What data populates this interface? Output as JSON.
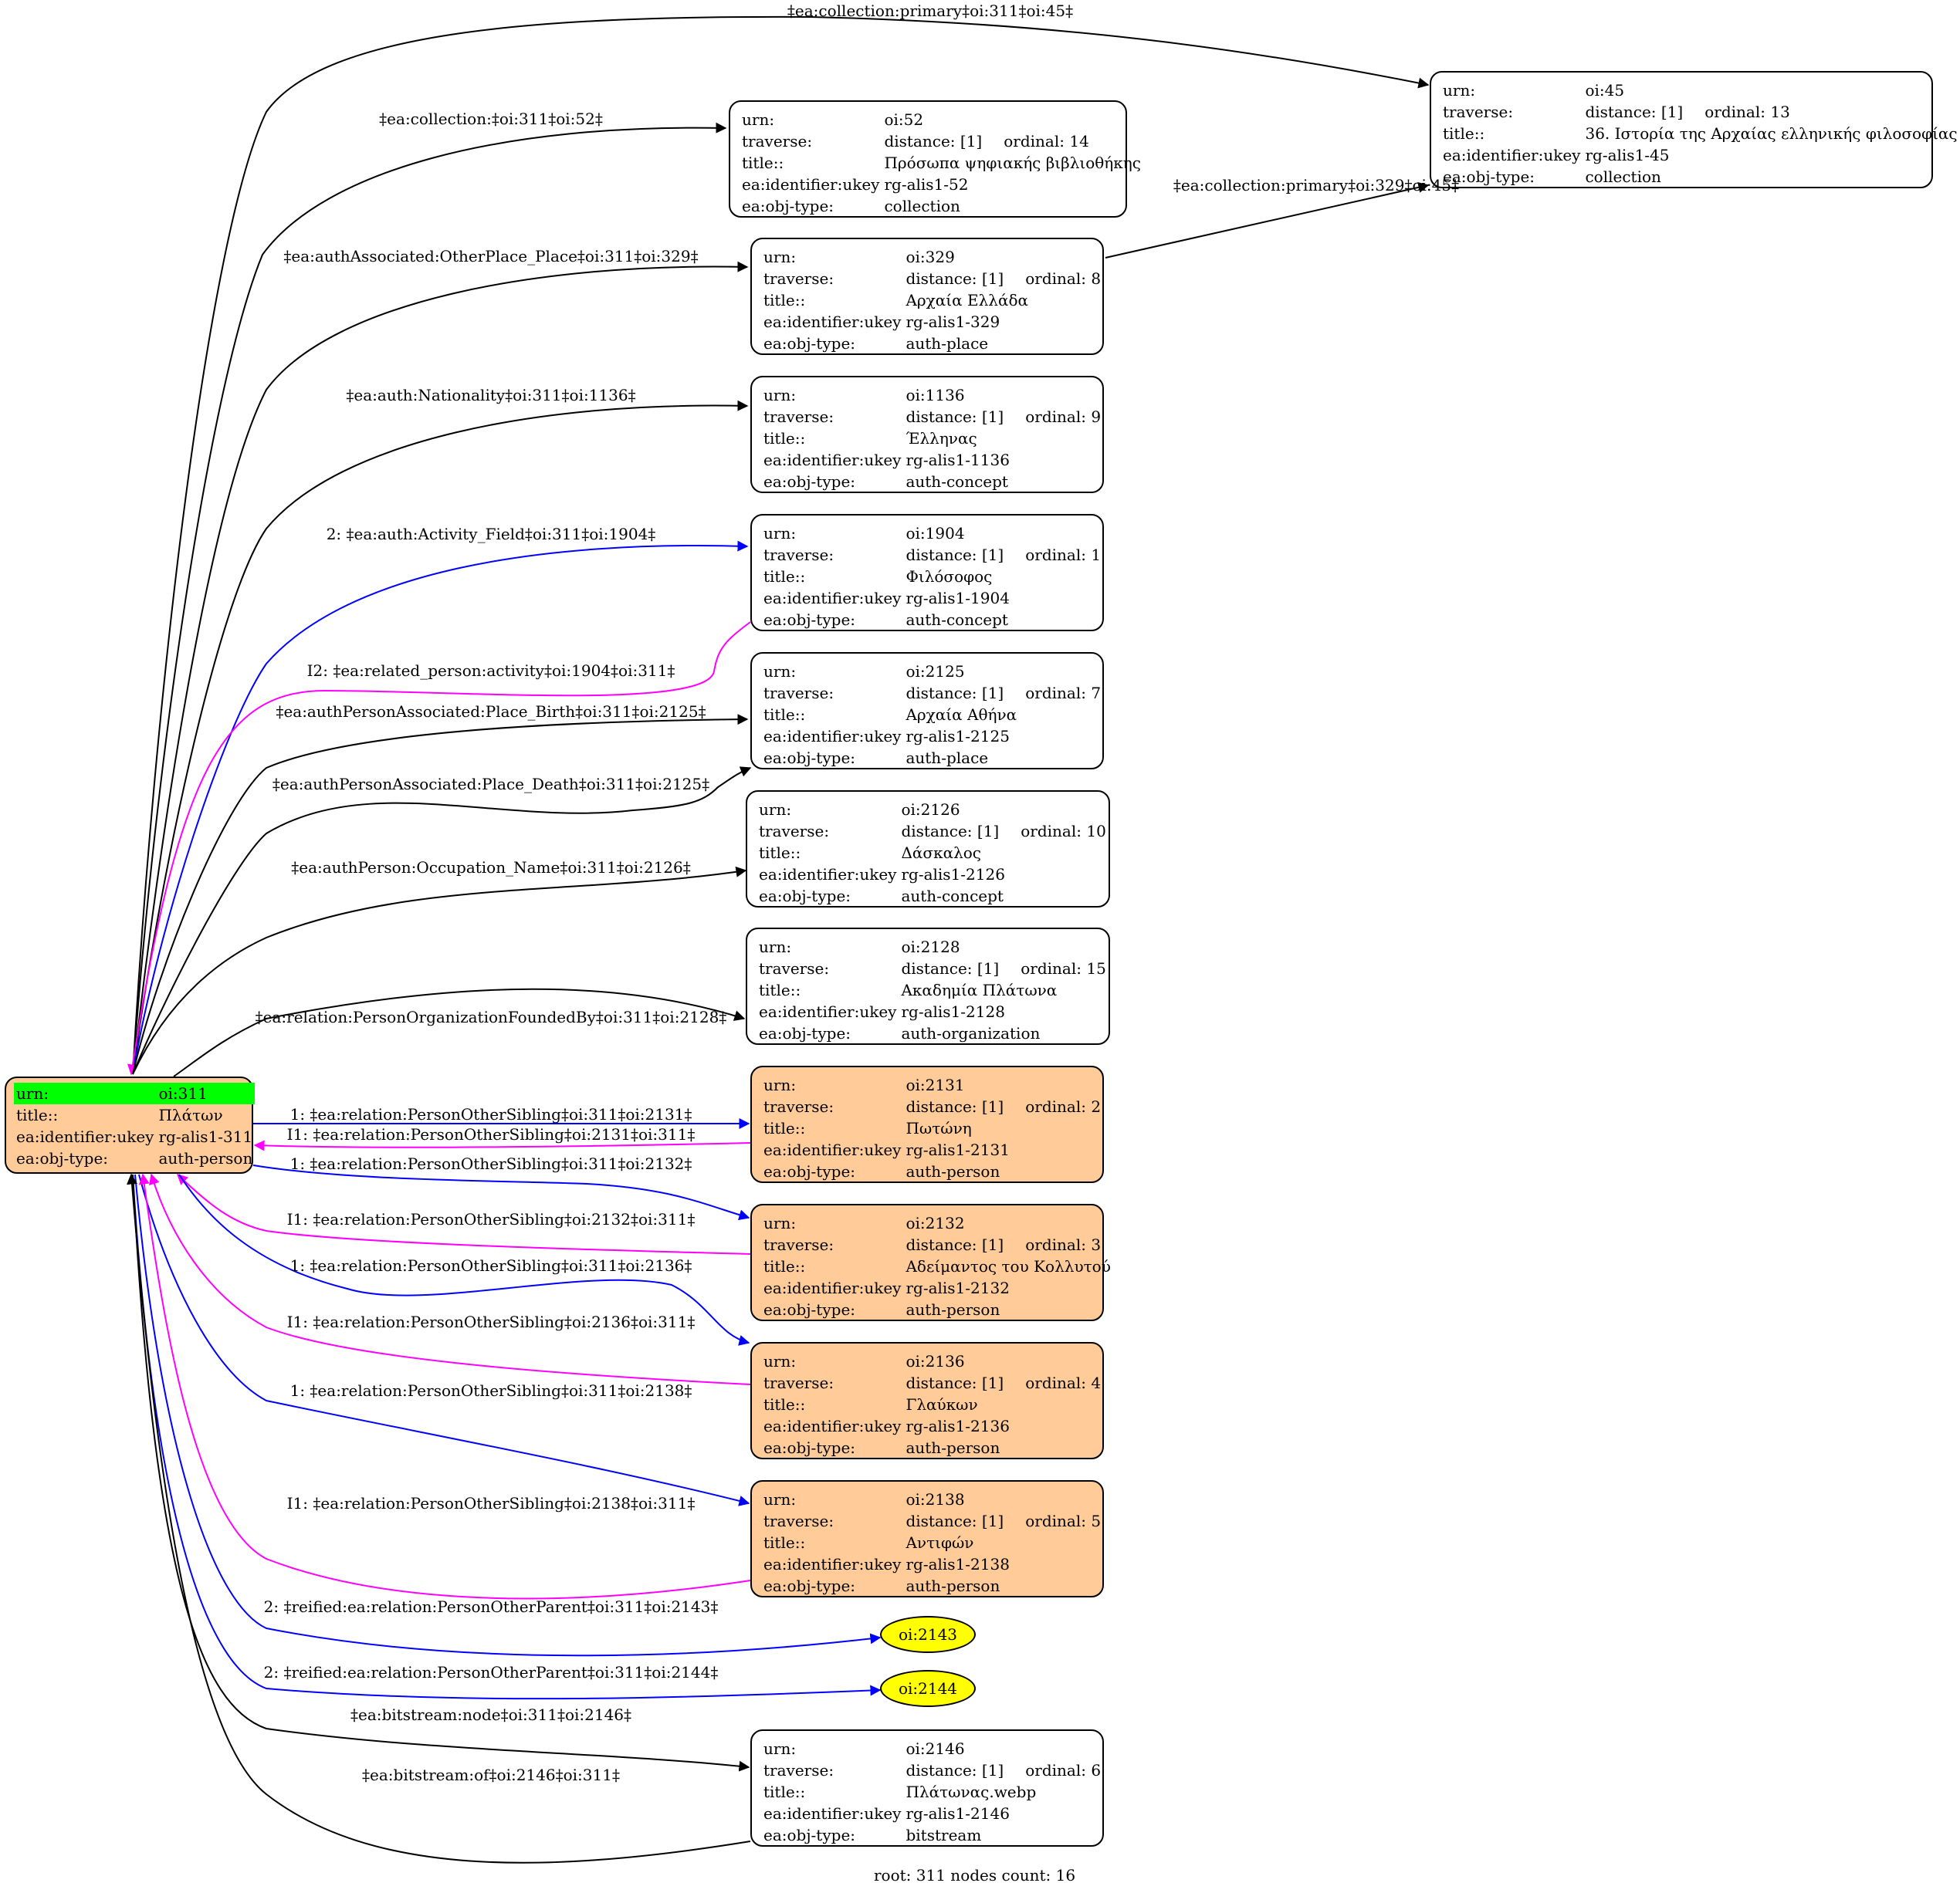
{
  "colors": {
    "black": "#000000",
    "blue": "#0000ff",
    "magenta": "#ff00ff",
    "person_fill": "#ffcc99",
    "root_highlight": "#00ff00",
    "ellipse_fill": "#ffff00"
  },
  "root": {
    "urn_key": "urn:",
    "urn": "oi:311",
    "title_key": "title::",
    "title": "Πλάτων",
    "ukey_key": "ea:identifier:ukey",
    "ukey": "rg-alis1-311",
    "type_key": "ea:obj-type:",
    "type": "auth-person"
  },
  "nodes": [
    {
      "id": "n45",
      "urn": "oi:45",
      "distance": "distance: [1]",
      "ordinal": "ordinal: 13",
      "title": "36. Ιστορία της Αρχαίας ελληνικής φιλοσοφίας",
      "ukey": "rg-alis1-45",
      "type": "collection"
    },
    {
      "id": "n52",
      "urn": "oi:52",
      "distance": "distance: [1]",
      "ordinal": "ordinal: 14",
      "title": "Πρόσωπα ψηφιακής βιβλιοθήκης",
      "ukey": "rg-alis1-52",
      "type": "collection"
    },
    {
      "id": "n329",
      "urn": "oi:329",
      "distance": "distance: [1]",
      "ordinal": "ordinal: 8",
      "title": "Αρχαία Ελλάδα",
      "ukey": "rg-alis1-329",
      "type": "auth-place"
    },
    {
      "id": "n1136",
      "urn": "oi:1136",
      "distance": "distance: [1]",
      "ordinal": "ordinal: 9",
      "title": "Έλληνας",
      "ukey": "rg-alis1-1136",
      "type": "auth-concept"
    },
    {
      "id": "n1904",
      "urn": "oi:1904",
      "distance": "distance: [1]",
      "ordinal": "ordinal: 1",
      "title": "Φιλόσοφος",
      "ukey": "rg-alis1-1904",
      "type": "auth-concept"
    },
    {
      "id": "n2125",
      "urn": "oi:2125",
      "distance": "distance: [1]",
      "ordinal": "ordinal: 7",
      "title": "Αρχαία Αθήνα",
      "ukey": "rg-alis1-2125",
      "type": "auth-place"
    },
    {
      "id": "n2126",
      "urn": "oi:2126",
      "distance": "distance: [1]",
      "ordinal": "ordinal: 10",
      "title": "Δάσκαλος",
      "ukey": "rg-alis1-2126",
      "type": "auth-concept"
    },
    {
      "id": "n2128",
      "urn": "oi:2128",
      "distance": "distance: [1]",
      "ordinal": "ordinal: 15",
      "title": "Ακαδημία Πλάτωνα",
      "ukey": "rg-alis1-2128",
      "type": "auth-organization"
    },
    {
      "id": "n2131",
      "urn": "oi:2131",
      "distance": "distance: [1]",
      "ordinal": "ordinal: 2",
      "title": "Πωτώνη",
      "ukey": "rg-alis1-2131",
      "type": "auth-person"
    },
    {
      "id": "n2132",
      "urn": "oi:2132",
      "distance": "distance: [1]",
      "ordinal": "ordinal: 3",
      "title": "Αδείμαντος του Κολλυτού",
      "ukey": "rg-alis1-2132",
      "type": "auth-person"
    },
    {
      "id": "n2136",
      "urn": "oi:2136",
      "distance": "distance: [1]",
      "ordinal": "ordinal: 4",
      "title": "Γλαύκων",
      "ukey": "rg-alis1-2136",
      "type": "auth-person"
    },
    {
      "id": "n2138",
      "urn": "oi:2138",
      "distance": "distance: [1]",
      "ordinal": "ordinal: 5",
      "title": "Αντιφών",
      "ukey": "rg-alis1-2138",
      "type": "auth-person"
    },
    {
      "id": "n2146",
      "urn": "oi:2146",
      "distance": "distance: [1]",
      "ordinal": "ordinal: 6",
      "title": "Πλάτωνας.webp",
      "ukey": "rg-alis1-2146",
      "type": "bitstream"
    }
  ],
  "field_keys": {
    "urn": "urn:",
    "traverse": "traverse:",
    "title": "title::",
    "ukey": "ea:identifier:ukey",
    "type": "ea:obj-type:"
  },
  "ellipses": [
    {
      "id": "e2143",
      "label": "oi:2143"
    },
    {
      "id": "e2144",
      "label": "oi:2144"
    }
  ],
  "edges": [
    {
      "label": "‡ea:collection:primary‡oi:311‡oi:45‡",
      "color": "black"
    },
    {
      "label": "‡ea:collection:‡oi:311‡oi:52‡",
      "color": "black"
    },
    {
      "label": "‡ea:authAssociated:OtherPlace_Place‡oi:311‡oi:329‡",
      "color": "black"
    },
    {
      "label": "‡ea:collection:primary‡oi:329‡oi:45‡",
      "color": "black"
    },
    {
      "label": "‡ea:auth:Nationality‡oi:311‡oi:1136‡",
      "color": "black"
    },
    {
      "label": "2: ‡ea:auth:Activity_Field‡oi:311‡oi:1904‡",
      "color": "blue"
    },
    {
      "label": "I2: ‡ea:related_person:activity‡oi:1904‡oi:311‡",
      "color": "magenta"
    },
    {
      "label": "‡ea:authPersonAssociated:Place_Birth‡oi:311‡oi:2125‡",
      "color": "black"
    },
    {
      "label": "‡ea:authPersonAssociated:Place_Death‡oi:311‡oi:2125‡",
      "color": "black"
    },
    {
      "label": "‡ea:authPerson:Occupation_Name‡oi:311‡oi:2126‡",
      "color": "black"
    },
    {
      "label": "‡ea:relation:PersonOrganizationFoundedBy‡oi:311‡oi:2128‡",
      "color": "black"
    },
    {
      "label": "1: ‡ea:relation:PersonOtherSibling‡oi:311‡oi:2131‡",
      "color": "blue"
    },
    {
      "label": "I1: ‡ea:relation:PersonOtherSibling‡oi:2131‡oi:311‡",
      "color": "magenta"
    },
    {
      "label": "1: ‡ea:relation:PersonOtherSibling‡oi:311‡oi:2132‡",
      "color": "blue"
    },
    {
      "label": "I1: ‡ea:relation:PersonOtherSibling‡oi:2132‡oi:311‡",
      "color": "magenta"
    },
    {
      "label": "1: ‡ea:relation:PersonOtherSibling‡oi:311‡oi:2136‡",
      "color": "blue"
    },
    {
      "label": "I1: ‡ea:relation:PersonOtherSibling‡oi:2136‡oi:311‡",
      "color": "magenta"
    },
    {
      "label": "1: ‡ea:relation:PersonOtherSibling‡oi:311‡oi:2138‡",
      "color": "blue"
    },
    {
      "label": "I1: ‡ea:relation:PersonOtherSibling‡oi:2138‡oi:311‡",
      "color": "magenta"
    },
    {
      "label": "2: ‡reified:ea:relation:PersonOtherParent‡oi:311‡oi:2143‡",
      "color": "blue"
    },
    {
      "label": "2: ‡reified:ea:relation:PersonOtherParent‡oi:311‡oi:2144‡",
      "color": "blue"
    },
    {
      "label": "‡ea:bitstream:node‡oi:311‡oi:2146‡",
      "color": "black"
    },
    {
      "label": "‡ea:bitstream:of‡oi:2146‡oi:311‡",
      "color": "black"
    }
  ],
  "footer": "root: 311 nodes count: 16"
}
